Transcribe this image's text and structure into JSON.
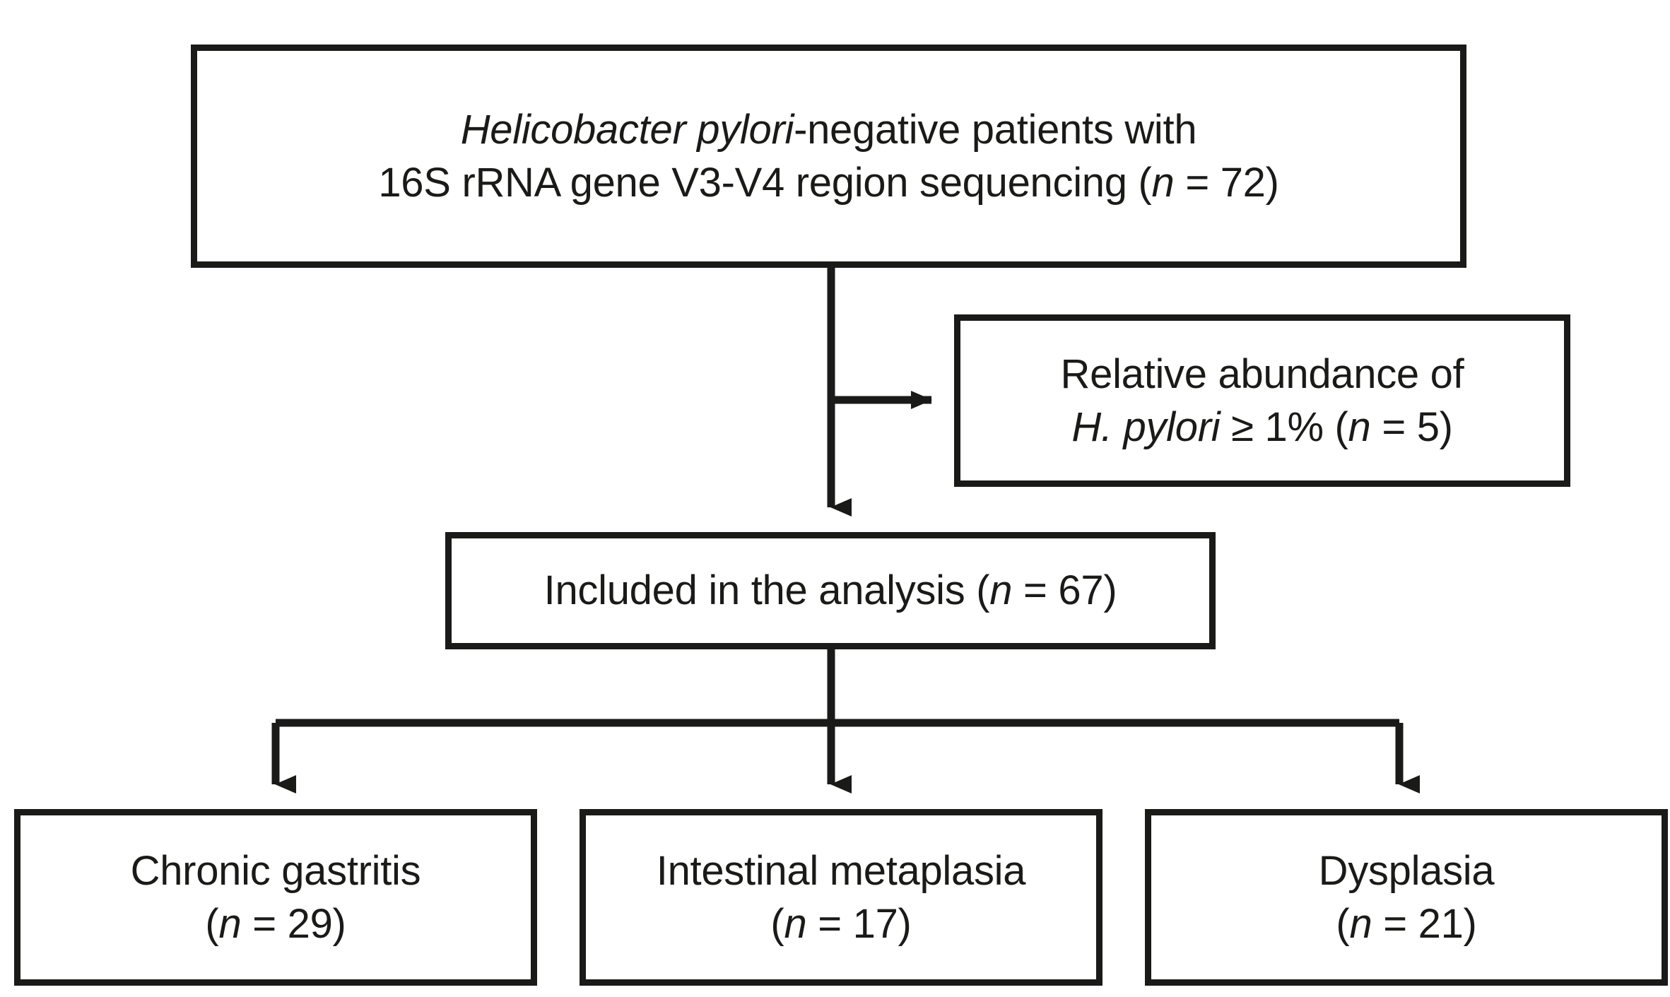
{
  "figure": {
    "type": "flowchart",
    "orientation": "top-down",
    "background_color": "#ffffff",
    "line_color": "#1a1a18",
    "box_border_color": "#1a1a18",
    "box_fill_color": "#ffffff"
  },
  "nodes": {
    "source": {
      "id": "source",
      "role": "enrollment",
      "line1_pre_italic": "Helicobacter pylori",
      "line1_post_italic": "-negative patients with",
      "line2_pre_italic": "16S rRNA gene V3-V4 region sequencing (",
      "line2_italic": "n",
      "line2_post_italic": " = 72)",
      "plain_text": "Helicobacter pylori-negative patients with 16S rRNA gene V3-V4 region sequencing (n = 72)",
      "n": 72
    },
    "excluded": {
      "id": "excluded",
      "role": "exclusion",
      "line1": "Relative abundance of",
      "line2_italic": "H. pylori",
      "line2_post_italic": " ≥ 1% (",
      "line2_italic2": "n",
      "line2_tail": " = 5)",
      "plain_text": "Relative abundance of H. pylori ≥ 1% (n = 5)",
      "n": 5,
      "threshold": "≥ 1%"
    },
    "included": {
      "id": "included",
      "role": "analysis-population",
      "pre_italic": "Included in the analysis (",
      "italic": "n",
      "post_italic": " = 67)",
      "plain_text": "Included in the analysis (n = 67)",
      "n": 67
    },
    "chronic": {
      "id": "chronic",
      "role": "subgroup",
      "label": "Chronic gastritis",
      "count_pre": "(",
      "count_italic": "n",
      "count_post": " = 29)",
      "plain_text": "Chronic gastritis (n = 29)",
      "n": 29
    },
    "intestinal": {
      "id": "intestinal",
      "role": "subgroup",
      "label": "Intestinal metaplasia",
      "count_pre": "(",
      "count_italic": "n",
      "count_post": " = 17)",
      "plain_text": "Intestinal metaplasia (n = 17)",
      "n": 17
    },
    "dysplasia": {
      "id": "dysplasia",
      "role": "subgroup",
      "label": "Dysplasia",
      "count_pre": "(",
      "count_italic": "n",
      "count_post": " = 21)",
      "plain_text": "Dysplasia (n = 21)",
      "n": 21
    }
  },
  "edges": [
    {
      "id": "source-to-included",
      "from": "source",
      "to": "included",
      "arrow": "down",
      "label": ""
    },
    {
      "id": "source-to-excluded",
      "from": "source",
      "to": "excluded",
      "arrow": "right",
      "label": ""
    },
    {
      "id": "included-to-chronic",
      "from": "included",
      "to": "chronic",
      "arrow": "down",
      "label": ""
    },
    {
      "id": "included-to-intestinal",
      "from": "included",
      "to": "intestinal",
      "arrow": "down",
      "label": ""
    },
    {
      "id": "included-to-dysplasia",
      "from": "included",
      "to": "dysplasia",
      "arrow": "down",
      "label": ""
    }
  ]
}
